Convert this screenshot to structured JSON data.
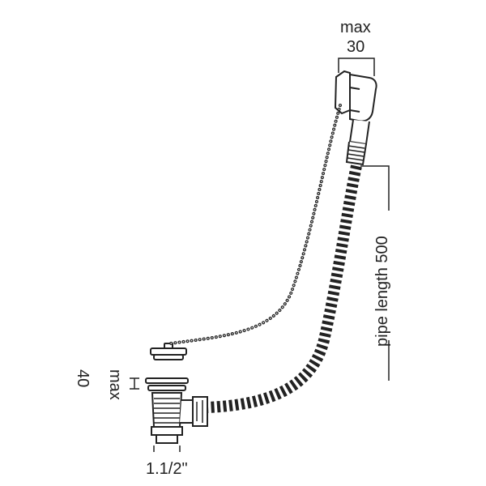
{
  "labels": {
    "max_top": "max",
    "overflow_max": "30",
    "pipe_length": "pipe length 500",
    "max_side": "max",
    "waste_max": "40",
    "thread_size": "1.1/2\""
  },
  "colors": {
    "line": "#222222",
    "background": "#ffffff"
  }
}
